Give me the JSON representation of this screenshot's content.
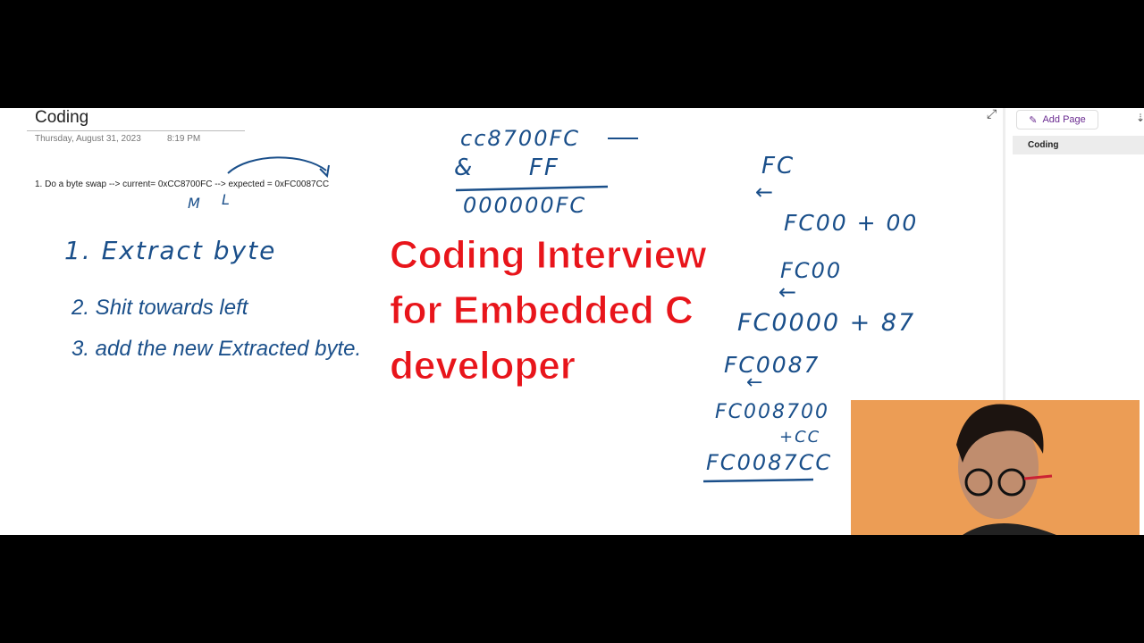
{
  "page": {
    "title": "Coding",
    "date": "Thursday, August 31, 2023",
    "time": "8:19 PM",
    "task": "1. Do a byte swap --> current= 0xCC8700FC   --> expected = 0xFC0087CC"
  },
  "sidebar": {
    "add_page": "Add Page",
    "pages": [
      "Coding"
    ]
  },
  "handwriting": {
    "marks": [
      "M",
      "L"
    ],
    "steps": [
      "1. Extract byte",
      "2. Shit towards left",
      "3. add the new Extracted byte."
    ],
    "mask": [
      "cc8700FC",
      "&      FF",
      "000000FC"
    ],
    "shifts": [
      "FC",
      "←",
      "FC00 + 00",
      "FC00",
      "←",
      "FC0000 + 87",
      "FC0087",
      "←",
      "FC008700",
      "+CC",
      "FC0087CC"
    ]
  },
  "overlay": {
    "lines": [
      "Coding Interview",
      "for Embedded C",
      "developer"
    ],
    "color": "#e8151b"
  }
}
